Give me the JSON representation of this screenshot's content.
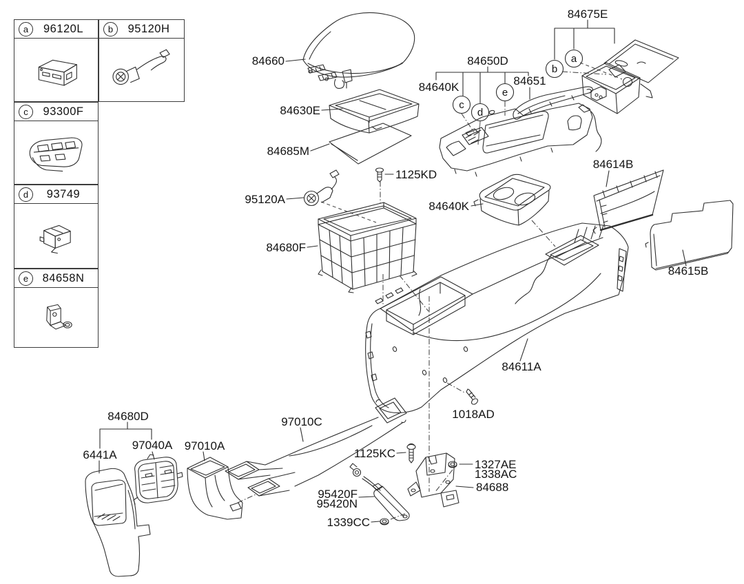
{
  "legend": {
    "items": [
      {
        "letter": "a",
        "part_no": "96120L",
        "icon": "usb-charger-icon"
      },
      {
        "letter": "b",
        "part_no": "95120H",
        "icon": "power-outlet-cable-icon"
      },
      {
        "letter": "c",
        "part_no": "93300F",
        "icon": "switch-assembly-icon"
      },
      {
        "letter": "d",
        "part_no": "93749",
        "icon": "switch-module-icon"
      },
      {
        "letter": "e",
        "part_no": "84658N",
        "icon": "clip-bracket-icon"
      }
    ]
  },
  "callouts": {
    "a": "a",
    "b": "b",
    "c": "c",
    "d": "d",
    "e": "e"
  },
  "part_labels": {
    "p84660": "84660",
    "p84630E": "84630E",
    "p84685M": "84685M",
    "p1125KD": "1125KD",
    "p95120A": "95120A",
    "p84680F": "84680F",
    "p84650D": "84650D",
    "p84640K_top": "84640K",
    "p84651": "84651",
    "p84675E": "84675E",
    "p84640K": "84640K",
    "p84614B": "84614B",
    "p84615B": "84615B",
    "p84611A": "84611A",
    "p1018AD": "1018AD",
    "p84680D": "84680D",
    "p6441A": "6441A",
    "p97040A": "97040A",
    "p97010A": "97010A",
    "p97010C": "97010C",
    "p1125KC": "1125KC",
    "p1327AE": "1327AE",
    "p1338AC": "1338AC",
    "p84688": "84688",
    "p95420F": "95420F",
    "p95420N": "95420N",
    "p1339CC": "1339CC"
  },
  "colors": {
    "line": "#2e2e2e",
    "background": "#ffffff",
    "text": "#141414"
  }
}
